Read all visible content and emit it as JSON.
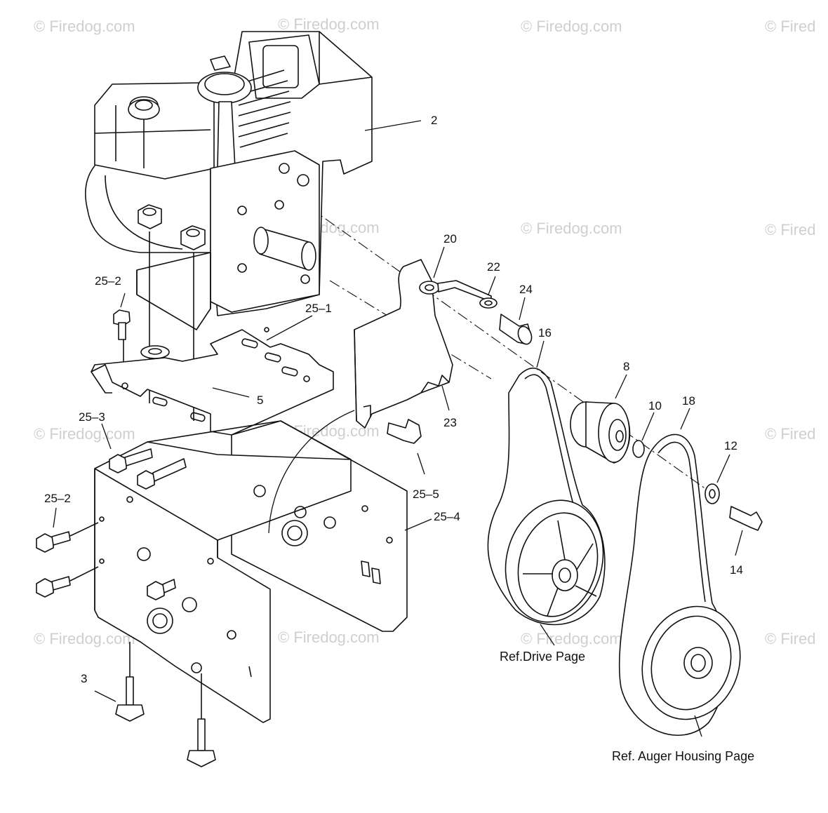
{
  "watermark": {
    "text": "© Firedog.com",
    "text_cut": "© Fired"
  },
  "parts": {
    "p2": "2",
    "p3": "3",
    "p5": "5",
    "p8": "8",
    "p10": "10",
    "p12": "12",
    "p14": "14",
    "p16": "16",
    "p18": "18",
    "p20": "20",
    "p22": "22",
    "p23": "23",
    "p24": "24",
    "p25_1": "25–1",
    "p25_2_top": "25–2",
    "p25_2_left": "25–2",
    "p25_3": "25–3",
    "p25_4": "25–4",
    "p25_5": "25–5"
  },
  "references": {
    "drive": "Ref.Drive Page",
    "auger": "Ref. Auger Housing Page"
  },
  "colors": {
    "ink": "#111111",
    "watermark": "#cfcfcf",
    "background": "#ffffff"
  }
}
